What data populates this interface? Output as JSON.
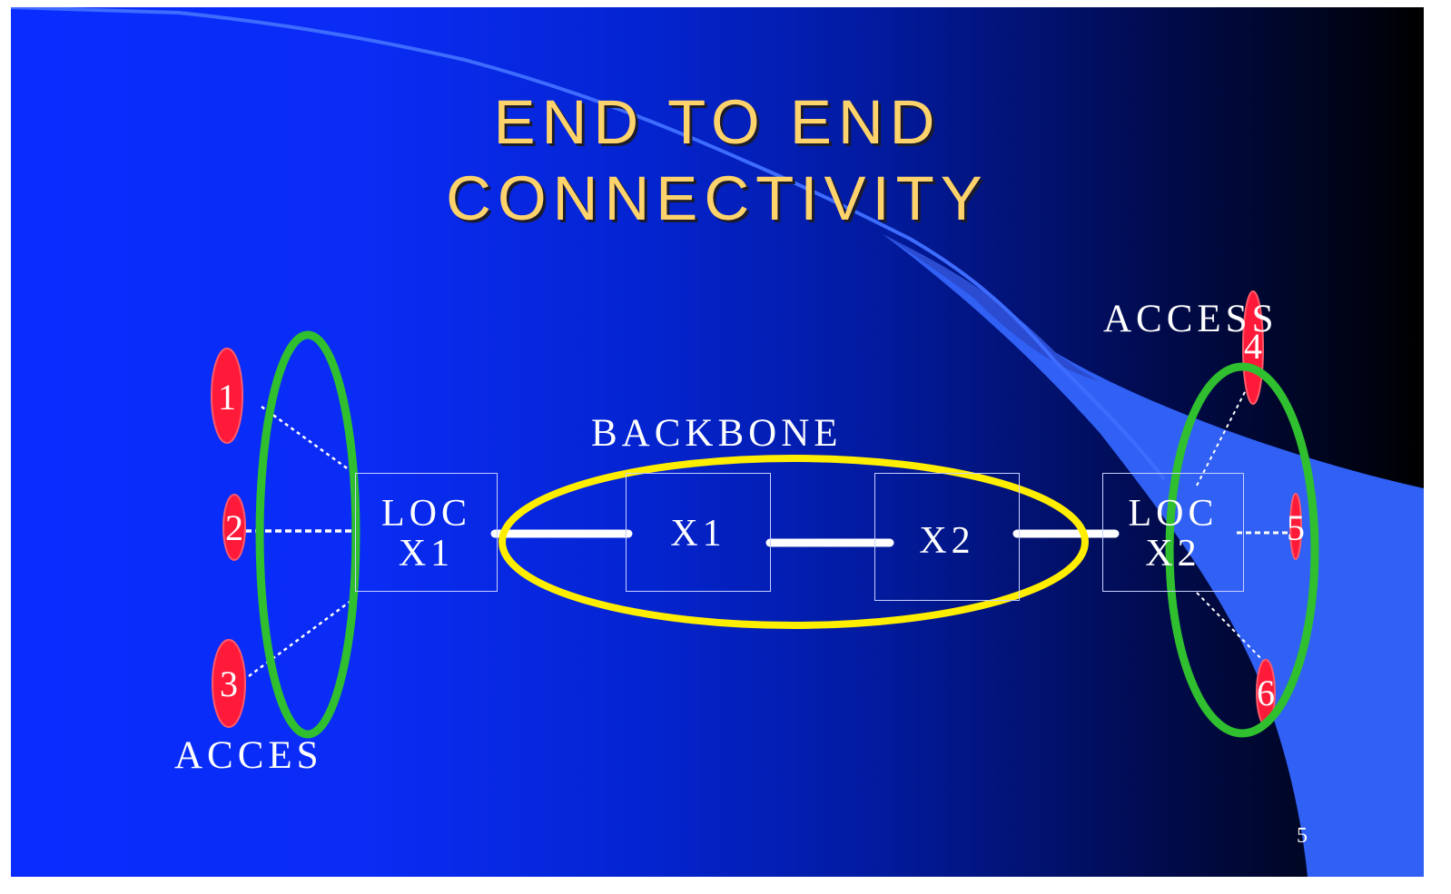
{
  "slide": {
    "title_line1": "END TO END",
    "title_line2": "CONNECTIVITY",
    "slide_number": "5"
  },
  "labels": {
    "backbone": "BACKBONE",
    "access_left": "ACCES",
    "access_right": "ACCESS"
  },
  "nodes": {
    "loc_x1": [
      "LOC",
      "X1"
    ],
    "loc_x2": [
      "LOC",
      "X2"
    ],
    "x1": "X1",
    "x2": "X2"
  },
  "endpoints": [
    "1",
    "2",
    "3",
    "4",
    "5",
    "6"
  ],
  "colors": {
    "title": "#ffd36b",
    "endpoint": "#ff1a3a",
    "access_ellipse": "#2fbf2f",
    "backbone_ellipse": "#ffee00",
    "link": "#ffffff"
  }
}
